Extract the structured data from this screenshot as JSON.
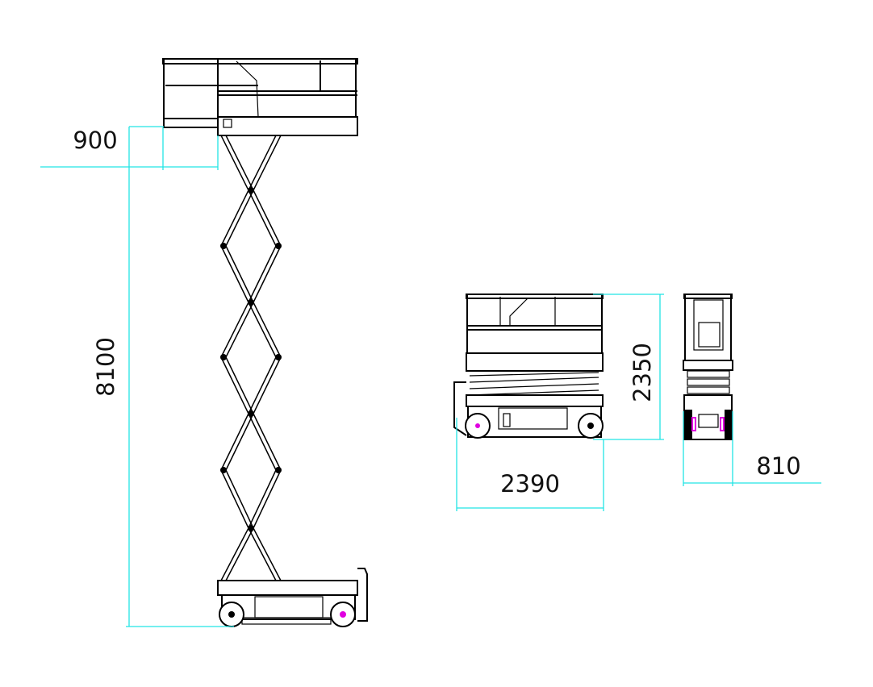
{
  "title": "Scissor lift dimensional drawing",
  "views": {
    "raised_side": {
      "platform_extension_label": "900",
      "max_platform_height_label": "8100"
    },
    "stowed_side": {
      "stowed_height_label": "2350",
      "overall_length_label": "2390"
    },
    "stowed_end": {
      "overall_width_label": "810"
    }
  },
  "colors": {
    "dimension_line": "#22e5e5",
    "outline": "#000000",
    "highlight": "#e000e0"
  }
}
